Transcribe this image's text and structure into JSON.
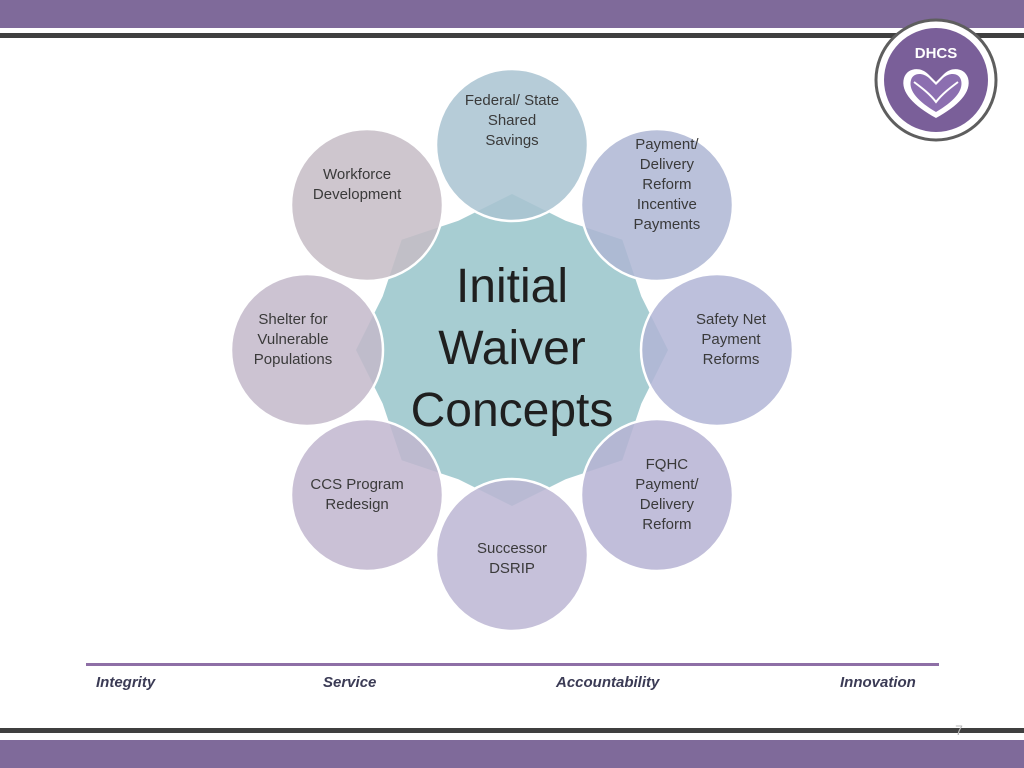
{
  "logo": {
    "text": "DHCS"
  },
  "diagram": {
    "center_lines": [
      "Initial",
      "Waiver",
      "Concepts"
    ],
    "bubbles": [
      {
        "lines": [
          "Federal/ State",
          "Shared",
          "Savings"
        ],
        "fill": "#a9c3d1"
      },
      {
        "lines": [
          "Payment/",
          "Delivery",
          "Reform",
          "Incentive",
          "Payments"
        ],
        "fill": "#aeb6d4"
      },
      {
        "lines": [
          "Safety Net",
          "Payment",
          "Reforms"
        ],
        "fill": "#b2b5d6"
      },
      {
        "lines": [
          "FQHC",
          "Payment/",
          "Delivery",
          "Reform"
        ],
        "fill": "#b6b3d4"
      },
      {
        "lines": [
          "Successor",
          "DSRIP"
        ],
        "fill": "#bcb6d4"
      },
      {
        "lines": [
          "CCS Program",
          "Redesign"
        ],
        "fill": "#c1b6cf"
      },
      {
        "lines": [
          "Shelter for",
          "Vulnerable",
          "Populations"
        ],
        "fill": "#c3b9ca"
      },
      {
        "lines": [
          "Workforce",
          "Development"
        ],
        "fill": "#c5bcc6"
      }
    ],
    "center_fill": "#a7cdd2"
  },
  "footer": {
    "values": [
      "Integrity",
      "Service",
      "Accountability",
      "Innovation"
    ]
  },
  "page_number": "7",
  "colors": {
    "brand_purple": "#7f6a9a",
    "dark_rule": "#3f3f3f",
    "logo_purple": "#6b4f8e"
  }
}
